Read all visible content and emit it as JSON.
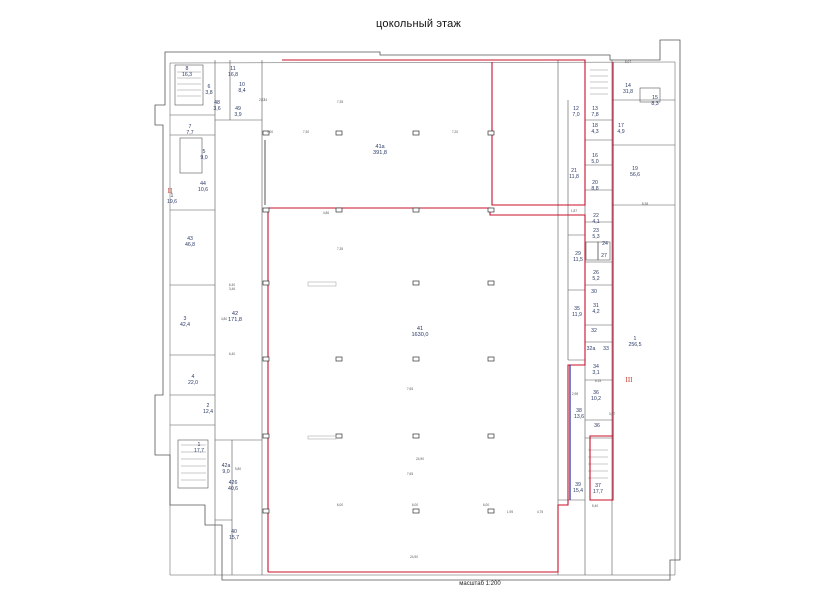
{
  "title": "цокольный этаж",
  "scale_note": "масштаб 1:200",
  "sections": [
    "II",
    "III"
  ],
  "colors": {
    "boundary": "#c8102e",
    "wall": "#555555",
    "highlight": "#2a3fa8",
    "label": "#2b3a66"
  },
  "rooms": [
    {
      "num": "8",
      "area": "16,3"
    },
    {
      "num": "11",
      "area": "16,8"
    },
    {
      "num": "10",
      "area": "8,4"
    },
    {
      "num": "6",
      "area": "3,8"
    },
    {
      "num": "48",
      "area": "3,6"
    },
    {
      "num": "49",
      "area": "3,9"
    },
    {
      "num": "7",
      "area": "7,7"
    },
    {
      "num": "5",
      "area": "9,0"
    },
    {
      "num": "44",
      "area": "10,6"
    },
    {
      "num": "1",
      "area": "19,6"
    },
    {
      "num": "43",
      "area": "46,8"
    },
    {
      "num": "42",
      "area": "171,8"
    },
    {
      "num": "3",
      "area": "42,4"
    },
    {
      "num": "4",
      "area": "22,0"
    },
    {
      "num": "2",
      "area": "12,4"
    },
    {
      "num": "1",
      "area": "17,7"
    },
    {
      "num": "42а",
      "area": "9,0"
    },
    {
      "num": "426",
      "area": "40,6"
    },
    {
      "num": "40",
      "area": "15,7"
    },
    {
      "num": "41а",
      "area": "391,8"
    },
    {
      "num": "41",
      "area": "1630,0"
    },
    {
      "num": "12",
      "area": "7,0"
    },
    {
      "num": "13",
      "area": "7,8"
    },
    {
      "num": "14",
      "area": "31,8"
    },
    {
      "num": "15",
      "area": "8,3"
    },
    {
      "num": "18",
      "area": "4,3"
    },
    {
      "num": "17",
      "area": "4,9"
    },
    {
      "num": "16",
      "area": "5,0"
    },
    {
      "num": "21",
      "area": "11,8"
    },
    {
      "num": "20",
      "area": "8,8"
    },
    {
      "num": "19",
      "area": "56,6"
    },
    {
      "num": "22",
      "area": "4,1"
    },
    {
      "num": "23",
      "area": "5,3"
    },
    {
      "num": "29",
      "area": "11,5"
    },
    {
      "num": "26",
      "area": "5,2"
    },
    {
      "num": "24",
      "area": ""
    },
    {
      "num": "27",
      "area": ""
    },
    {
      "num": "30",
      "area": ""
    },
    {
      "num": "31",
      "area": "4,2"
    },
    {
      "num": "35",
      "area": "11,9"
    },
    {
      "num": "32",
      "area": ""
    },
    {
      "num": "32а",
      "area": ""
    },
    {
      "num": "33",
      "area": ""
    },
    {
      "num": "34",
      "area": "3,1"
    },
    {
      "num": "36",
      "area": "10,2"
    },
    {
      "num": "38",
      "area": "13,6"
    },
    {
      "num": "36",
      "area": ""
    },
    {
      "num": "39",
      "area": "15,4"
    },
    {
      "num": "37",
      "area": "17,7"
    },
    {
      "num": "1",
      "area": "256,5"
    }
  ],
  "dimensions": [
    "7,35",
    "7,35",
    "7,65",
    "7,65",
    "4,86",
    "6,00",
    "6,00",
    "6,00",
    "7,00",
    "7,30",
    "7,20",
    "24,90",
    "24,90",
    "6,40",
    "6,40",
    "5,07",
    "8,38",
    "1,24",
    "2,27",
    "3,46",
    "1,95",
    "4,75",
    "2,98",
    "5,80",
    "5,40",
    "6,15",
    "3,07",
    "4,80",
    "1,87"
  ]
}
